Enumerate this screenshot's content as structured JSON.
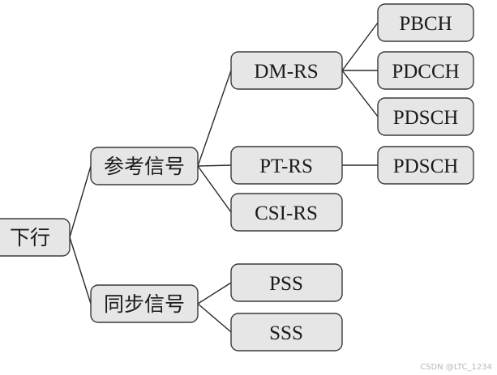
{
  "diagram": {
    "root": "下行",
    "reference_signals": "参考信号",
    "sync_signals": "同步信号",
    "dmrs": "DM-RS",
    "ptrs": "PT-RS",
    "csirs": "CSI-RS",
    "pss": "PSS",
    "sss": "SSS",
    "pbch": "PBCH",
    "pdcch": "PDCCH",
    "pdsch_dmrs": "PDSCH",
    "pdsch_ptrs": "PDSCH"
  },
  "watermark": "CSDN @LTC_1234"
}
